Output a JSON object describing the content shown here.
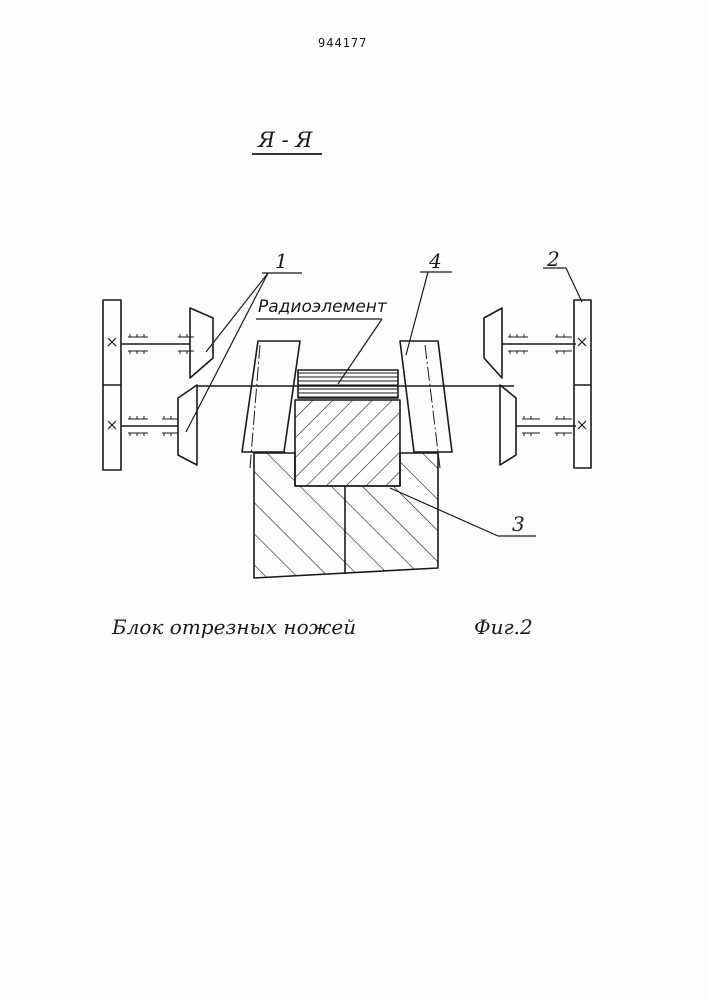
{
  "header": {
    "patent_number": "944177",
    "section_label": "Я - Я"
  },
  "labels": {
    "part_1": "1",
    "part_2": "2",
    "part_3": "3",
    "part_4": "4",
    "radio_element": "Радиоэлемент"
  },
  "footer": {
    "caption": "Блок отрезных ножей",
    "figure": "Фиг.2"
  },
  "colors": {
    "ink": "#1a1a1a",
    "paper": "#fdfdfc"
  }
}
